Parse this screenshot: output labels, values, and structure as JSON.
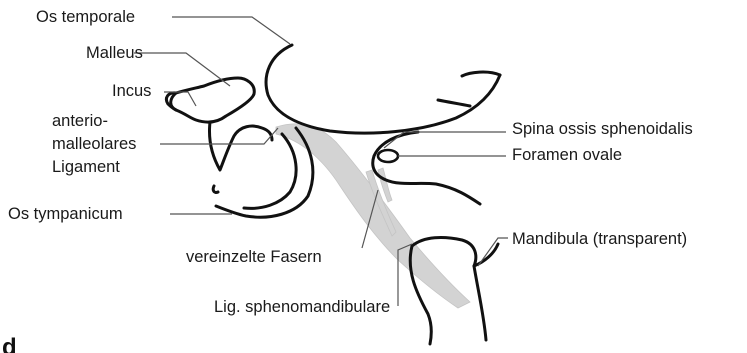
{
  "labels": {
    "os_temporale": "Os temporale",
    "malleus": "Malleus",
    "incus": "Incus",
    "lig_line1": "anterio-",
    "lig_line2": "malleolares",
    "lig_line3": "Ligament",
    "os_tympanicum": "Os tympanicum",
    "vereinzelte_fasern": "vereinzelte Fasern",
    "lig_spheno": "Lig. sphenomandibulare",
    "spina": "Spina ossis sphenoidalis",
    "foramen": "Foramen ovale",
    "mandibula": "Mandibula (transparent)"
  },
  "panel_letter": "d",
  "colors": {
    "outline": "#111111",
    "ligament_fill": "#d3d3d3",
    "leader": "#555555"
  }
}
